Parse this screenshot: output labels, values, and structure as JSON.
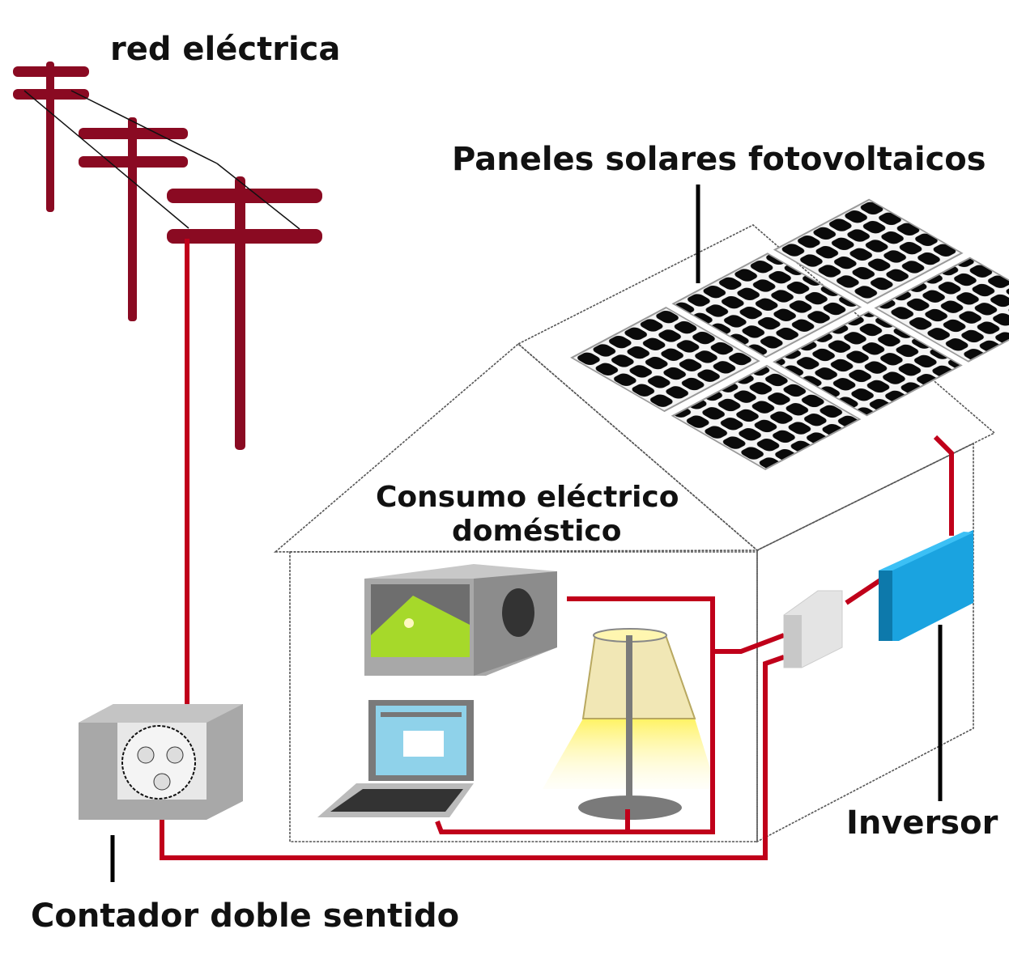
{
  "labels": {
    "grid": "red eléctrica",
    "solar_panels": "Paneles solares fotovoltaicos",
    "consumption_line1": "Consumo eléctrico",
    "consumption_line2": "doméstico",
    "inverter": "Inversor",
    "meter": "Contador doble sentido"
  },
  "components": [
    {
      "id": "power-grid",
      "name": "red eléctrica",
      "poles": 3
    },
    {
      "id": "solar-array",
      "name": "Paneles solares fotovoltaicos",
      "panels": 6,
      "cells_per_panel": "6x10"
    },
    {
      "id": "household-load",
      "name": "Consumo eléctrico doméstico",
      "appliances": [
        "tv",
        "laptop",
        "lamp"
      ]
    },
    {
      "id": "junction-box",
      "name": ""
    },
    {
      "id": "inverter",
      "name": "Inversor"
    },
    {
      "id": "bidirectional-meter",
      "name": "Contador doble sentido"
    }
  ],
  "connections": [
    {
      "from": "power-grid",
      "to": "bidirectional-meter"
    },
    {
      "from": "solar-array",
      "to": "inverter"
    },
    {
      "from": "inverter",
      "to": "junction-box"
    },
    {
      "from": "junction-box",
      "to": "household-load"
    },
    {
      "from": "junction-box",
      "to": "bidirectional-meter"
    }
  ],
  "colors": {
    "wire": "#c0001a",
    "pole": "#8a0a22",
    "inverter": "#1aa3e0",
    "panel": "#0a0a0a",
    "tv_screen": "#a6d92a",
    "laptop_screen": "#8fd2ea",
    "lamp_light": "#fff27a"
  }
}
